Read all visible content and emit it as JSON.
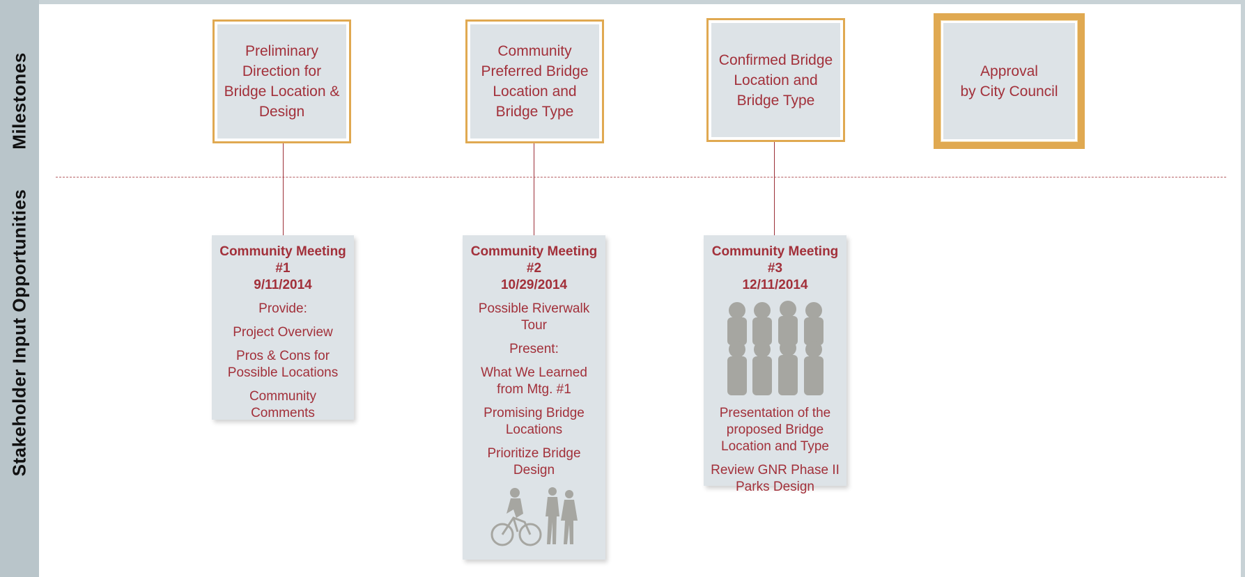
{
  "rows": {
    "milestones_label": "Milestones",
    "stakeholder_label": "Stakeholder Input Opportunities"
  },
  "milestones": [
    {
      "label": "Preliminary\nDirection for\nBridge Location &\nDesign"
    },
    {
      "label": "Community\nPreferred Bridge\nLocation and\nBridge Type"
    },
    {
      "label": "Confirmed Bridge\nLocation and\nBridge Type"
    },
    {
      "label": "Approval\nby City Council"
    }
  ],
  "meetings": [
    {
      "title": "Community Meeting #1",
      "date": "9/11/2014",
      "items": [
        "Provide:",
        "Project Overview",
        "Pros & Cons for\nPossible Locations",
        "Community\nComments"
      ]
    },
    {
      "title": "Community Meeting #2",
      "date": "10/29/2014",
      "items": [
        "Possible Riverwalk\nTour",
        "Present:",
        "What We Learned\nfrom Mtg. #1",
        "Promising Bridge\nLocations",
        "Prioritize Bridge\nDesign"
      ],
      "image_icon": "cyclist-and-walkers-icon"
    },
    {
      "title": "Community Meeting #3",
      "date": "12/11/2014",
      "image_icon": "audience-crowd-icon",
      "items": [
        "Presentation of the\nproposed Bridge\nLocation and Type",
        "Review GNR Phase II\nParks Design"
      ]
    }
  ],
  "colors": {
    "accent_text": "#a2303a",
    "milestone_border": "#e0a951",
    "box_fill": "#dde3e7",
    "side_band": "#b9c5ca",
    "silhouette": "#a6a6a1"
  }
}
